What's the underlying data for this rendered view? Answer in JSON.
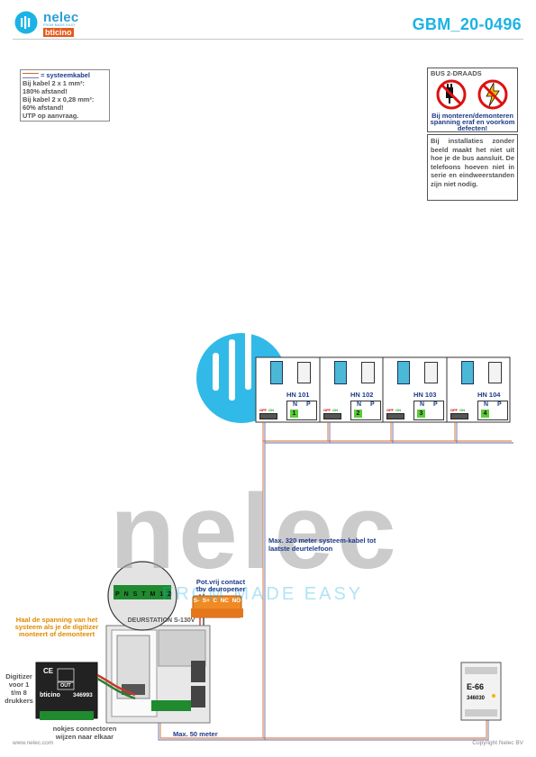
{
  "header": {
    "logo_name": "nelec",
    "logo_tagline": "FROM MADE EASY",
    "logo_partner": "bticino",
    "doc_code": "GBM_20-0496"
  },
  "cable_note": {
    "legend": "= systeemkabel",
    "line1": "Bij kabel 2 x 1 mm²:",
    "line2": "180% afstand!",
    "line3": "Bij kabel 2 x 0,28 mm²:",
    "line4": "60% afstand!",
    "line5": "UTP op aanvraag."
  },
  "bus_box": {
    "title": "BUS 2-DRAADS",
    "warning": "Bij monteren/demonteren spanning eraf en voorkom defecten!"
  },
  "info_box": {
    "text": "Bij installaties zonder beeld maakt het niet uit hoe je de bus aansluit. De telefoons hoeven niet in serie en eindweerstanden zijn niet nodig."
  },
  "handsets": [
    {
      "label": "HN 101",
      "digit": "1"
    },
    {
      "label": "HN 102",
      "digit": "2"
    },
    {
      "label": "HN 103",
      "digit": "3"
    },
    {
      "label": "HN 104",
      "digit": "4"
    }
  ],
  "handset_switch": {
    "off": "OFF",
    "on": "ON",
    "n": "N",
    "p": "P"
  },
  "watermark": {
    "word": "nelec",
    "tagline": "FROM MADE EASY"
  },
  "labels": {
    "max_320": "Max. 320 meter systeem-kabel tot laatste deurtelefoon",
    "pot_contact": "Pot.vrij contact tbv deuropener",
    "contact_pins": [
      "S-",
      "S+",
      "C",
      "NC",
      "NO"
    ],
    "terminal_pins": [
      "P",
      "N",
      "S",
      "T",
      "M",
      "1",
      "2"
    ],
    "deurstation": "DEURSTATION S-130V",
    "haal": "Haal de spanning van het systeem als je de digitizer monteert of demonteert",
    "digitizer": "Digitizer voor 1 t/m 8 drukkers",
    "digitizer_code": "346993",
    "digitizer_brand": "bticino",
    "digitizer_out": "OUT",
    "nokjes": "nokjes connectoren wijzen naar elkaar",
    "max_50": "Max. 50 meter",
    "psu_model": "E-66",
    "psu_code": "346030"
  },
  "footer": {
    "left": "www.nelec.com",
    "right": "Copyright Nelec BV"
  }
}
